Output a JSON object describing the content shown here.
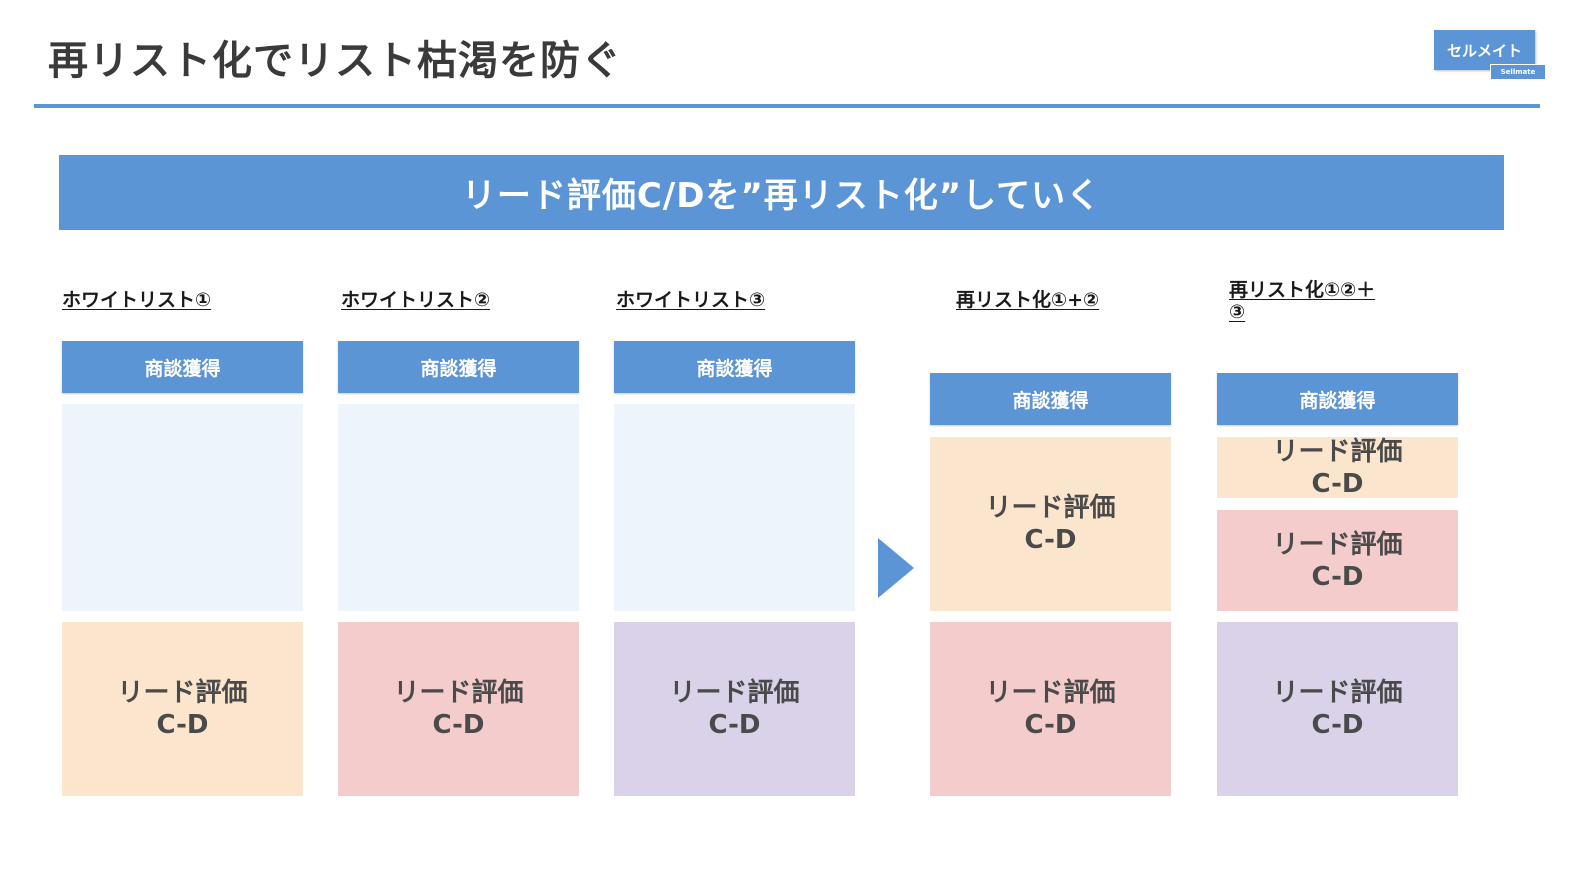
{
  "header": {
    "title": "再リスト化でリスト枯渇を防ぐ",
    "logo_main": "セルメイト",
    "logo_sub": "Sellmate"
  },
  "banner": {
    "text": "リード評価C/Dを”再リスト化”していく"
  },
  "columns": [
    {
      "label": "ホワイトリスト①",
      "deal": "商談獲得",
      "leads": [
        "リード評価\nC-D"
      ]
    },
    {
      "label": "ホワイトリスト②",
      "deal": "商談獲得",
      "leads": [
        "リード評価\nC-D"
      ]
    },
    {
      "label": "ホワイトリスト③",
      "deal": "商談獲得",
      "leads": [
        "リード評価\nC-D"
      ]
    },
    {
      "label": "再リスト化①+②",
      "deal": "商談獲得",
      "leads": [
        "リード評価\nC-D",
        "リード評価\nC-D"
      ]
    },
    {
      "label": "再リスト化①②＋\n③",
      "deal": "商談獲得",
      "leads": [
        "リード評価\nC-D",
        "リード評価\nC-D",
        "リード評価\nC-D"
      ]
    }
  ],
  "colors": {
    "accent": "#5b95d6",
    "empty": "#eef4fc",
    "peach": "#fce5cd",
    "pink": "#f4cccc",
    "lavender": "#d9d2e9"
  },
  "icons": {
    "flow_arrow": "play-triangle-right"
  }
}
